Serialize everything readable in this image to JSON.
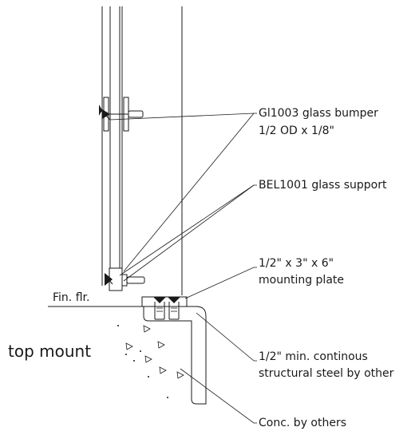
{
  "labels": {
    "bumper_line1": "Gl1003 glass bumper",
    "bumper_line2": "1/2 OD x 1/8\"",
    "support": "BEL1001 glass support",
    "plate_line1": "1/2\" x 3\" x 6\"",
    "plate_line2": "mounting plate",
    "floor": "Fin. flr.",
    "mount": "top mount",
    "steel_line1": "1/2\" min. continous",
    "steel_line2": "structural steel by other",
    "concrete": "Conc. by others"
  },
  "colors": {
    "line": "#1a1a1a",
    "background": "#ffffff"
  }
}
